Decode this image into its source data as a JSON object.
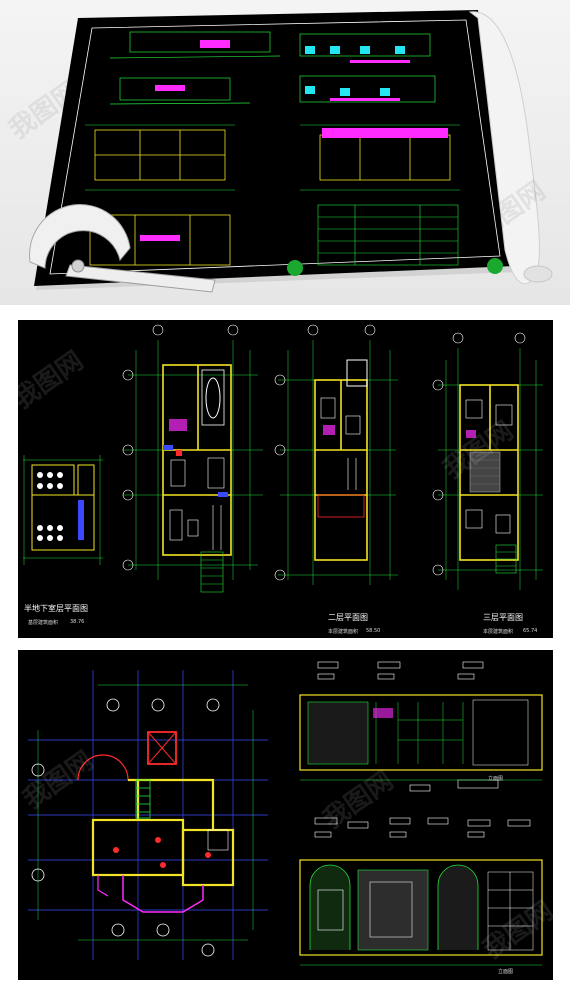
{
  "watermark": "我图网",
  "sheet": {
    "labels": {
      "basement_plan": "半地下室层平面图",
      "basement_sub": "基层建筑面积",
      "basement_area": "38.76",
      "second_plan": "二层平面图",
      "second_sub": "本层建筑面积",
      "second_area": "58.50",
      "third_plan": "三层平面图",
      "third_sub": "本层建筑面积",
      "third_area": "65.74",
      "elevation_a": "立面图",
      "elevation_b": "立面图"
    }
  },
  "colors": {
    "paper": "#000000",
    "line_green": "#22e43a",
    "line_yellow": "#f2e324",
    "line_red": "#ff2a2a",
    "line_blue": "#3a4bff",
    "line_magenta": "#ff2bff",
    "line_cyan": "#24e6f2",
    "line_white": "#ffffff"
  }
}
